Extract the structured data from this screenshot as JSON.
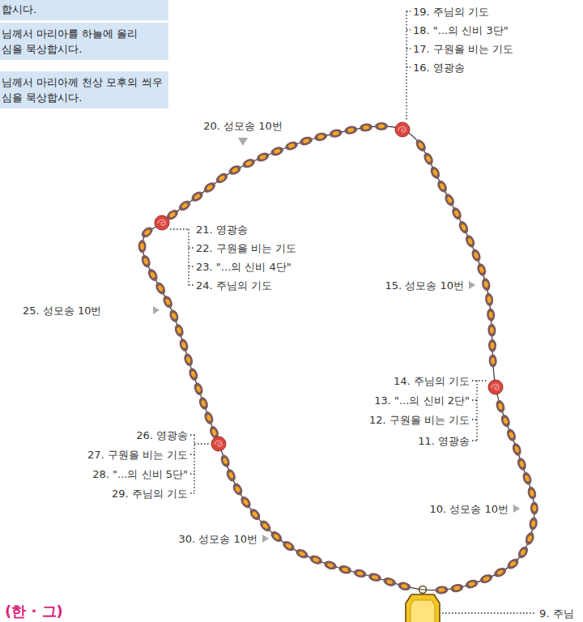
{
  "diagram": {
    "nodes": [
      {
        "text": [
          "합시다."
        ]
      },
      {
        "text": [
          "님께서 마리아를 하늘에 올리심을 묵상합시다."
        ]
      },
      {
        "text": [
          "님께서 마리아께 천상 모후의 씌우심을 묵상합시다."
        ]
      }
    ],
    "labels": [
      "19. 주님의 기도",
      "18. \"...의 신비 3단\"",
      "17. 구원을 비는 기도",
      "16. 영광송",
      "20. 성모송 10번",
      "21. 영광송",
      "22. 구원을 비는 기도",
      "23. \"...의 신비 4단\"",
      "24. 주님의 기도",
      "25. 성모송 10번",
      "15. 성모송 10번",
      "14. 주님의 기도",
      "13. \"...의 신비 2단\"",
      "12. 구원을 비는 기도",
      "11. 영광송",
      "26. 영광송",
      "27. 구원을 비는 기도",
      "28. \"...의 신비 5단\"",
      "29. 주님의 기도",
      "10. 성모송 10번",
      "30. 성모송 10번",
      "9. 주님",
      "(한 · 그)"
    ]
  }
}
